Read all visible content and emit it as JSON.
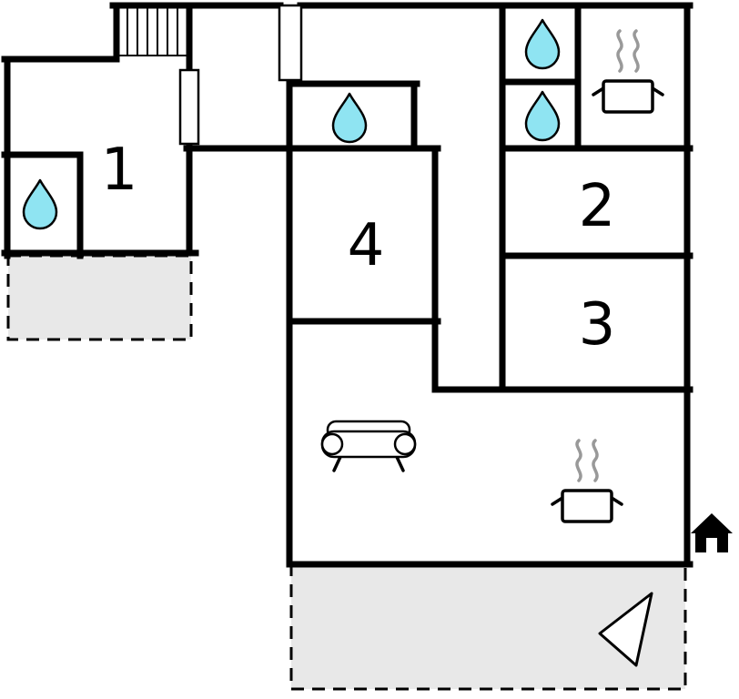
{
  "plan": {
    "type": "floorplan",
    "rooms": [
      {
        "id": "room-1",
        "label": "1"
      },
      {
        "id": "room-2",
        "label": "2"
      },
      {
        "id": "room-3",
        "label": "3"
      },
      {
        "id": "room-4",
        "label": "4"
      }
    ],
    "icons": [
      "water-drop-icon",
      "stove-icon",
      "sofa-icon",
      "stairs",
      "house-icon",
      "north-arrow-icon",
      "terrace"
    ],
    "counts": {
      "water_drops": 4,
      "stoves": 2,
      "sofas": 1,
      "terraces": 2
    },
    "colors": {
      "wall": "#000000",
      "water_drop": "#8fe4f2",
      "terrace_fill": "#e8e8e8",
      "steam": "#999999",
      "icon_fill": "#ffffff",
      "background": "#ffffff"
    }
  }
}
